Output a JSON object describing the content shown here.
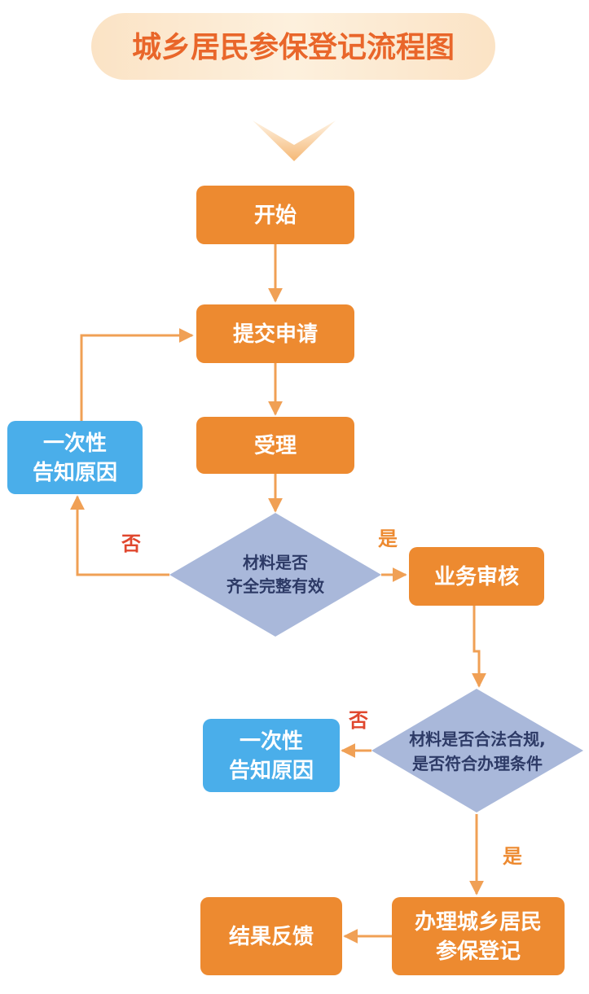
{
  "title": "城乡居民参保登记流程图",
  "nodes": {
    "start": "开始",
    "submit": "提交申请",
    "accept": "受理",
    "check1_line1": "材料是否",
    "check1_line2": "齐全完整有效",
    "notify1_line1": "一次性",
    "notify1_line2": "告知原因",
    "review": "业务审核",
    "check2_line1": "材料是否合法合规,",
    "check2_line2": "是否符合办理条件",
    "notify2_line1": "一次性",
    "notify2_line2": "告知原因",
    "process_line1": "办理城乡居民",
    "process_line2": "参保登记",
    "feedback": "结果反馈"
  },
  "labels": {
    "no1": "否",
    "yes1": "是",
    "no2": "否",
    "yes2": "是"
  },
  "colors": {
    "orange": "#ed8a30",
    "blue": "#4aaeea",
    "diamond": "#a9b8da",
    "arrow": "#f0a055",
    "title": "#e9662a",
    "no_label": "#e0472e",
    "yes_label": "#ed8a30"
  }
}
